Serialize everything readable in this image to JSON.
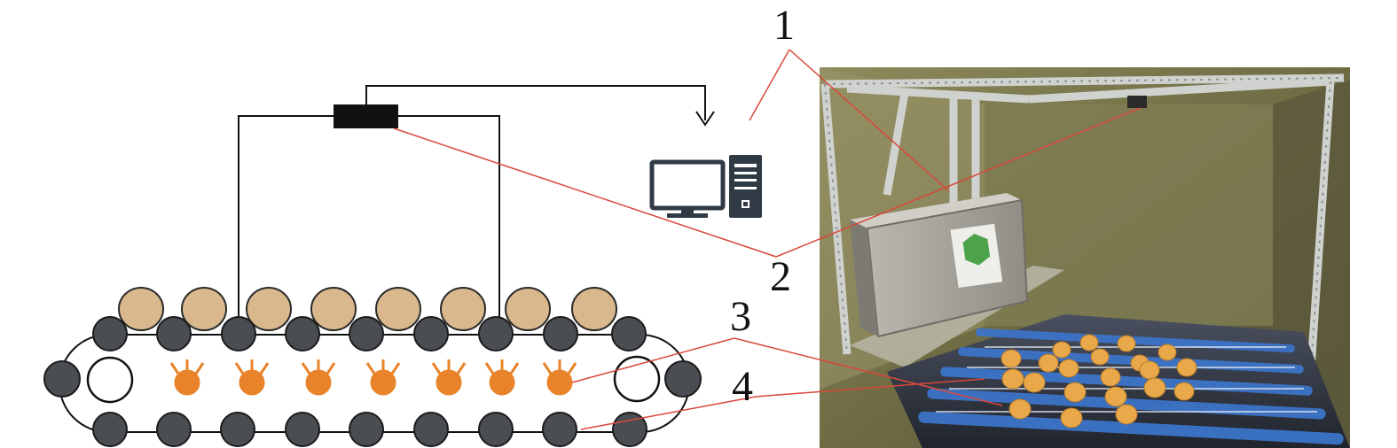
{
  "callouts": [
    {
      "id": "1",
      "label": "1"
    },
    {
      "id": "2",
      "label": "2"
    },
    {
      "id": "3",
      "label": "3"
    },
    {
      "id": "4",
      "label": "4"
    }
  ],
  "colors": {
    "egg": "#D8B88C",
    "roller": "#4A4D52",
    "lamp": "#E8832A",
    "leader_line": "#D9473A",
    "wire": "#111111",
    "photo_chamber": "#7E7A4E",
    "photo_egg": "#E9A84A",
    "photo_roller": "#3C74C8"
  },
  "icons": {
    "camera": "hyperspectral-camera-icon",
    "computer": "desktop-computer-icon",
    "lamps": "lamp-icon",
    "eggs": "egg-icon",
    "rollers": "roller-icon",
    "photo": "photograph-icon"
  }
}
